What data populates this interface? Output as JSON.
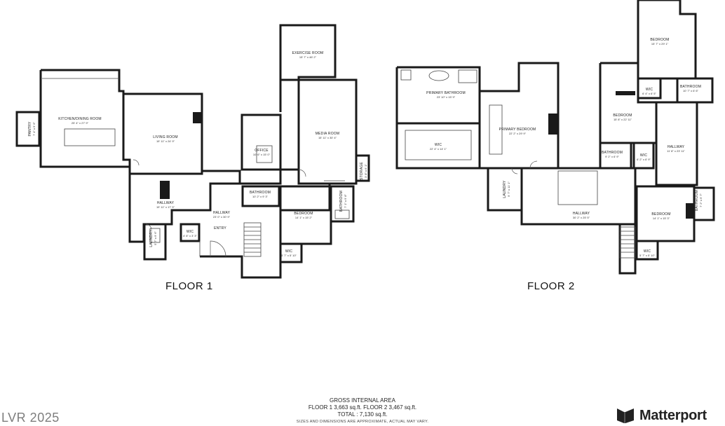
{
  "floors": [
    {
      "label": "FLOOR 1"
    },
    {
      "label": "FLOOR 2"
    }
  ],
  "rooms_floor1": [
    {
      "name": "KITCHEN/DINING ROOM",
      "dim": "25' 4\" x 27' 9\""
    },
    {
      "name": "PANTRY",
      "dim": "7' 4\" x 9' 6\""
    },
    {
      "name": "LIVING ROOM",
      "dim": "19' 11\" x 24' 9\""
    },
    {
      "name": "EXERCISE ROOM",
      "dim": "15' 7\" x 46' 2\""
    },
    {
      "name": "MEDIA ROOM",
      "dim": "15' 11\" x 30' 4\""
    },
    {
      "name": "OFFICE",
      "dim": "10' 6\" x 15' 0\""
    },
    {
      "name": "STORAGE",
      "dim": "3' 8\" x 6' 1\""
    },
    {
      "name": "HALLWAY",
      "dim": "19' 11\" x 17' 5\""
    },
    {
      "name": "HALLWAY",
      "dim": "23' 0\" x 30' 9\""
    },
    {
      "name": "ENTRY",
      "dim": ""
    },
    {
      "name": "BATHROOM",
      "dim": "10' 2\" x 9' 3\""
    },
    {
      "name": "BATHROOM",
      "dim": "7' 1\" x 9' 8\""
    },
    {
      "name": "BEDROOM",
      "dim": "14' 1\" x 15' 2\""
    },
    {
      "name": "WIC",
      "dim": "5' 7\" x 5' 10\""
    },
    {
      "name": "LAUNDRY",
      "dim": "5' 7\" x 9' 6\""
    },
    {
      "name": "WIC",
      "dim": "4' 8\" x 3' 3\""
    }
  ],
  "rooms_floor2": [
    {
      "name": "PRIMARY BATHROOM",
      "dim": "23' 10\" x 15' 9\""
    },
    {
      "name": "WIC",
      "dim": "22' 4\" x 14' 1\""
    },
    {
      "name": "PRIMARY BEDROOM",
      "dim": "22' 2\" x 29' 9\""
    },
    {
      "name": "LAUNDRY",
      "dim": "9' 7\" x 11' 1\""
    },
    {
      "name": "HALLWAY",
      "dim": "30' 2\" x 25' 5\""
    },
    {
      "name": "BEDROOM",
      "dim": "15' 7\" x 29' 1\""
    },
    {
      "name": "WIC",
      "dim": "6' 4\" x 6' 5\""
    },
    {
      "name": "BATHROOM",
      "dim": "10' 7\" x 6' 6\""
    },
    {
      "name": "BEDROOM",
      "dim": "15' 8\" x 22' 11\""
    },
    {
      "name": "HALLWAY",
      "dim": "11' 8\" x 23' 11\""
    },
    {
      "name": "BATHROOM",
      "dim": "9' 2\" x 6' 9\""
    },
    {
      "name": "WIC",
      "dim": "6' 2\" x 6' 9\""
    },
    {
      "name": "BATHROOM",
      "dim": "7' 2\" x 9' 7\""
    },
    {
      "name": "BEDROOM",
      "dim": "14' 1\" x 15' 3\""
    },
    {
      "name": "WIC",
      "dim": "5' 7\" x 5' 10\""
    }
  ],
  "area": {
    "title": "GROSS INTERNAL AREA",
    "line1": "FLOOR 1 3,663 sq.ft.   FLOOR 2 3,467 sq.ft.",
    "line2": "TOTAL : 7,130 sq.ft.",
    "note": "SIZES AND DIMENSIONS ARE APPROXIMATE, ACTUAL MAY VARY."
  },
  "watermark": "LVR 2025",
  "brand": {
    "name": "Matterport",
    "icon": "matterport-logo-icon"
  }
}
